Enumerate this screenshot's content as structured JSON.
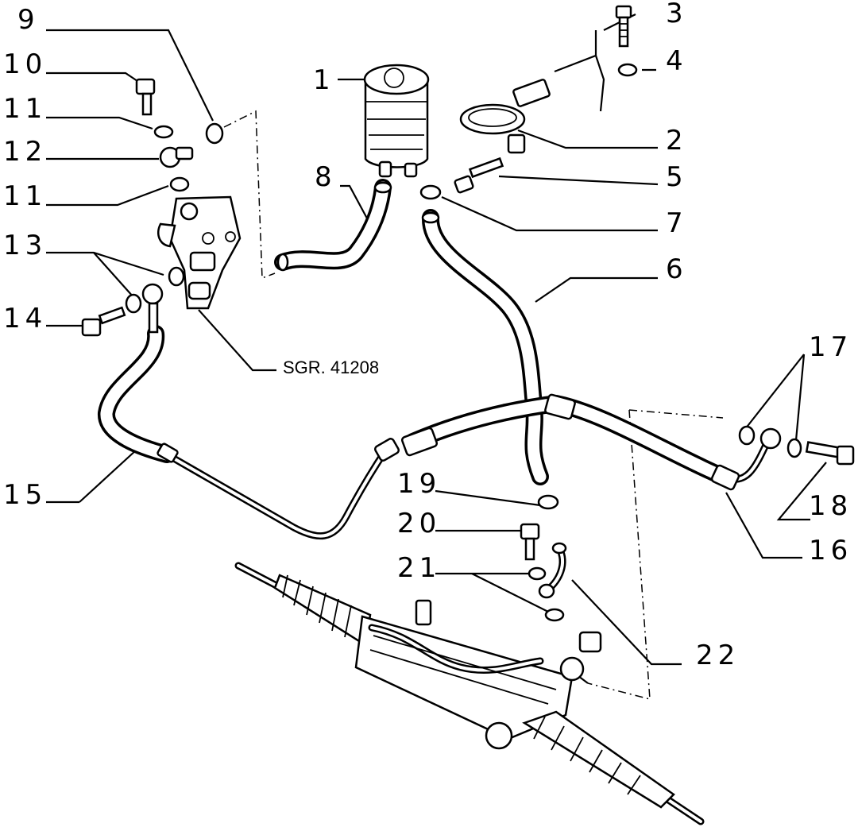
{
  "diagram": {
    "callouts": [
      {
        "id": "c1",
        "text": "1"
      },
      {
        "id": "c2",
        "text": "2"
      },
      {
        "id": "c3",
        "text": "3"
      },
      {
        "id": "c4",
        "text": "4"
      },
      {
        "id": "c5",
        "text": "5"
      },
      {
        "id": "c6",
        "text": "6"
      },
      {
        "id": "c7",
        "text": "7"
      },
      {
        "id": "c8",
        "text": "8"
      },
      {
        "id": "c9",
        "text": "9"
      },
      {
        "id": "c10",
        "text": "10"
      },
      {
        "id": "c11a",
        "text": "11"
      },
      {
        "id": "c12",
        "text": "12"
      },
      {
        "id": "c11b",
        "text": "11"
      },
      {
        "id": "c13",
        "text": "13"
      },
      {
        "id": "c14",
        "text": "14"
      },
      {
        "id": "c15",
        "text": "15"
      },
      {
        "id": "c16",
        "text": "16"
      },
      {
        "id": "c17",
        "text": "17"
      },
      {
        "id": "c18",
        "text": "18"
      },
      {
        "id": "c19",
        "text": "19"
      },
      {
        "id": "c20",
        "text": "20"
      },
      {
        "id": "c21",
        "text": "21"
      },
      {
        "id": "c22",
        "text": "22"
      }
    ],
    "reference": "SGR. 41208"
  }
}
